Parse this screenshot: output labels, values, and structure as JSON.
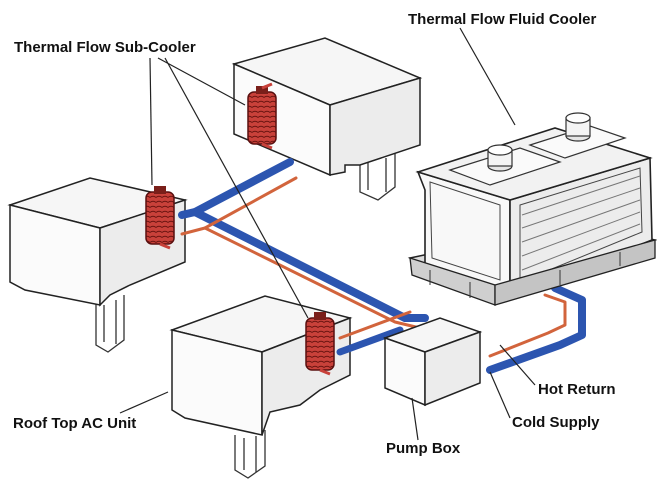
{
  "labels": {
    "sub_cooler": "Thermal Flow Sub-Cooler",
    "fluid_cooler": "Thermal Flow Fluid Cooler",
    "hot_return": "Hot Return",
    "cold_supply": "Cold Supply",
    "pump_box": "Pump Box",
    "roof_top_unit": "Roof Top AC Unit"
  },
  "colors": {
    "hot_line": "#d2643c",
    "cold_line": "#2c55b0",
    "coil": "#c8413a",
    "outline": "#222222",
    "fill": "#f4f4f4"
  }
}
